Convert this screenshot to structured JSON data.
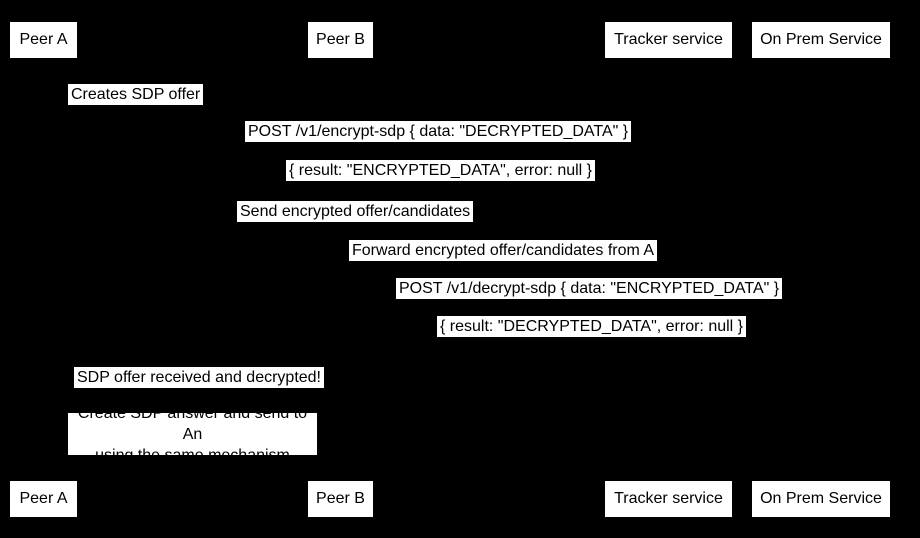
{
  "colors": {
    "background": "#000000",
    "box_fill": "#ffffff",
    "box_text": "#000000"
  },
  "actors": [
    "Peer A",
    "Peer B",
    "Tracker service",
    "On Prem Service"
  ],
  "messages": [
    "Creates SDP offer",
    "POST /v1/encrypt-sdp { data: \"DECRYPTED_DATA\" }",
    "{ result: \"ENCRYPTED_DATA\", error: null }",
    "Send encrypted offer/candidates",
    "Forward encrypted offer/candidates from A",
    "POST /v1/decrypt-sdp { data: \"ENCRYPTED_DATA\" }",
    "{ result: \"DECRYPTED_DATA\", error: null }",
    "SDP offer received and decrypted!"
  ],
  "note": {
    "lines": [
      "Create SDP answer and send to An",
      "using the same mechanism"
    ]
  }
}
